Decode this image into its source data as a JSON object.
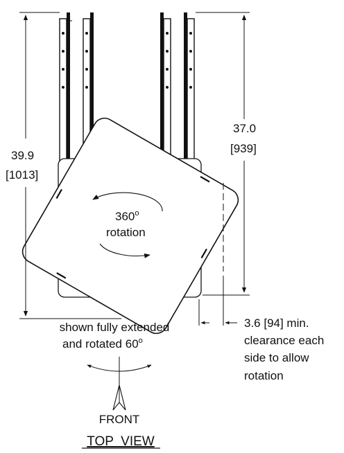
{
  "labels": {
    "overall_dim": "39.9",
    "overall_dim_metric": "[1013]",
    "frame_dim": "37.0",
    "frame_dim_metric": "[939]",
    "rotation_value": "360",
    "rotation_deg": "o",
    "rotation_word": "rotation",
    "note_line1": "shown fully extended",
    "note_line2": "and rotated 60",
    "note_deg": "o",
    "clearance_line1": "3.6 [94] min.",
    "clearance_line2": "clearance each",
    "clearance_line3": "side to allow",
    "clearance_line4": "rotation",
    "front_label": "FRONT",
    "view_title": "TOP  VIEW"
  },
  "colors": {
    "ink": "#111111",
    "background": "#ffffff"
  }
}
